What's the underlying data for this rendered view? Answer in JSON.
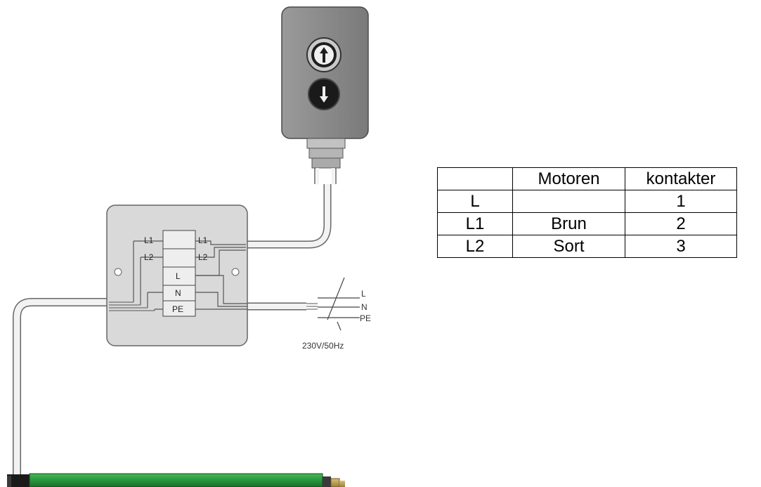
{
  "colors": {
    "switch_body": "#8e8e8e",
    "junction_box": "#d9d9d9",
    "motor_green": "#2b9a3e",
    "motor_cap": "#1a1a1a",
    "cable": "#f2f2f2",
    "wire": "#555555"
  },
  "switch": {
    "up_icon": "arrow-up-icon",
    "down_icon": "arrow-down-icon"
  },
  "junction_box": {
    "left_labels": [
      "L1",
      "L2"
    ],
    "right_labels": [
      "L1",
      "L2"
    ],
    "terminals": [
      "L",
      "N",
      "PE"
    ]
  },
  "supply": {
    "labels": [
      "L",
      "N",
      "PE"
    ],
    "voltage": "230V/50Hz"
  },
  "table": {
    "headers": [
      "",
      "Motoren",
      "kontakter"
    ],
    "rows": [
      [
        "L",
        "",
        "1"
      ],
      [
        "L1",
        "Brun",
        "2"
      ],
      [
        "L2",
        "Sort",
        "3"
      ]
    ]
  }
}
